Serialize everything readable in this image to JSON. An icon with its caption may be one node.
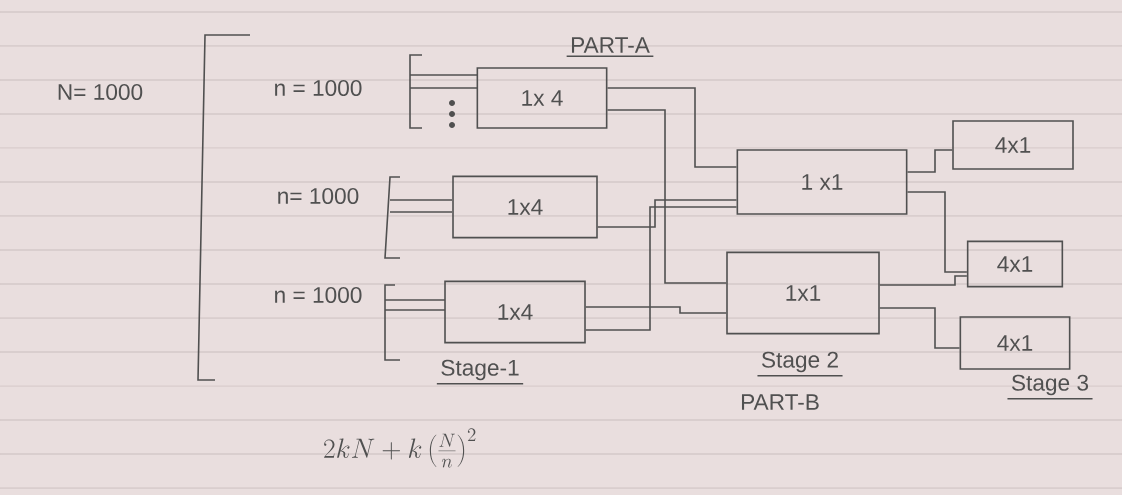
{
  "diagram": {
    "nodes": [
      {
        "text": [
          "1x 4"
        ]
      },
      {
        "text": [
          "1x4"
        ]
      },
      {
        "text": [
          "1x4"
        ]
      },
      {
        "text": [
          "1 x1"
        ]
      },
      {
        "text": [
          "1x1"
        ]
      },
      {
        "text": [
          "4x1"
        ]
      },
      {
        "text": [
          "4x1"
        ]
      },
      {
        "text": [
          "4x1"
        ]
      }
    ],
    "edges": [
      {
        "from": 0,
        "to": 3,
        "arrow": "none"
      },
      {
        "from": 0,
        "to": 4,
        "arrow": "none"
      },
      {
        "from": 1,
        "to": 3,
        "arrow": "none"
      },
      {
        "from": 2,
        "to": 3,
        "arrow": "none"
      },
      {
        "from": 2,
        "to": 4,
        "arrow": "none"
      },
      {
        "from": 3,
        "to": 5,
        "arrow": "none"
      },
      {
        "from": 3,
        "to": 6,
        "arrow": "none"
      },
      {
        "from": 4,
        "to": 6,
        "arrow": "none"
      },
      {
        "from": 4,
        "to": 7,
        "arrow": "none"
      }
    ],
    "labels": [
      "PART-A",
      "N= 1000",
      "n = 1000",
      "n= 1000",
      "n = 1000",
      "Stage-1",
      "Stage 2",
      "PART-B",
      "Stage 3",
      "2kN + k\\left(\\frac{N}{n}\\right)^{2}"
    ]
  }
}
